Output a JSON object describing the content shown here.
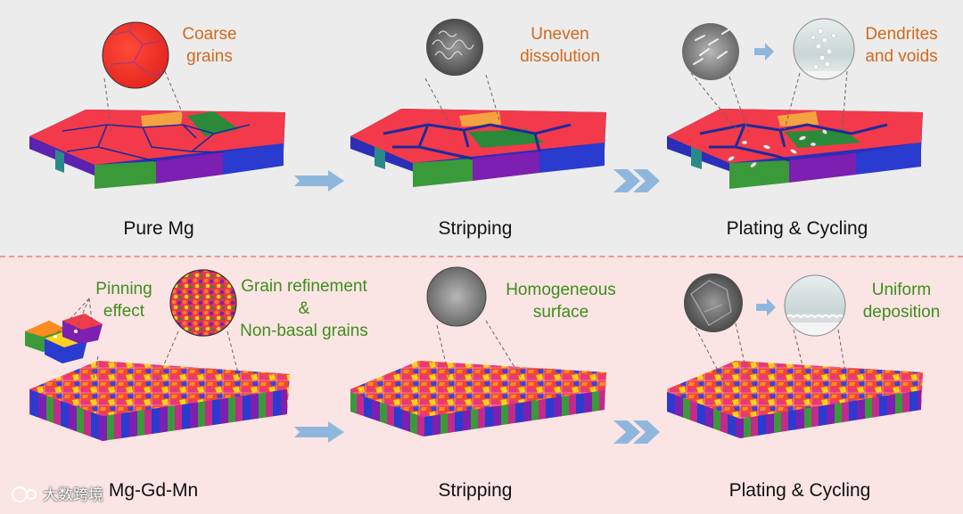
{
  "colors": {
    "top_panel_bg": "#ececec",
    "bottom_panel_bg": "#fbe5e4",
    "orange_text": "#d2691e",
    "green_text": "#3f8d1d",
    "arrow": "#8fb7dd",
    "grain_red": "#f23a4a",
    "grain_boundary_blue": "#1f2a9a"
  },
  "top_row": {
    "captions": [
      "Pure Mg",
      "Stripping",
      "Plating & Cycling"
    ],
    "notes": {
      "coarse": {
        "line1": "Coarse",
        "line2": "grains"
      },
      "uneven": {
        "line1": "Uneven",
        "line2": "dissolution"
      },
      "dendrites": {
        "line1": "Dendrites",
        "line2": "and voids"
      }
    }
  },
  "bottom_row": {
    "captions": [
      "Mg-Gd-Mn",
      "Stripping",
      "Plating & Cycling"
    ],
    "notes": {
      "pinning": {
        "line1": "Pinning",
        "line2": "effect"
      },
      "refine": {
        "line1": "Grain refinement",
        "line2": "&",
        "line3": "Non-basal grains"
      },
      "homogeneous": {
        "line1": "Homogeneous",
        "line2": "surface"
      },
      "uniform": {
        "line1": "Uniform",
        "line2": "deposition"
      }
    }
  },
  "watermark": "大数跨境"
}
